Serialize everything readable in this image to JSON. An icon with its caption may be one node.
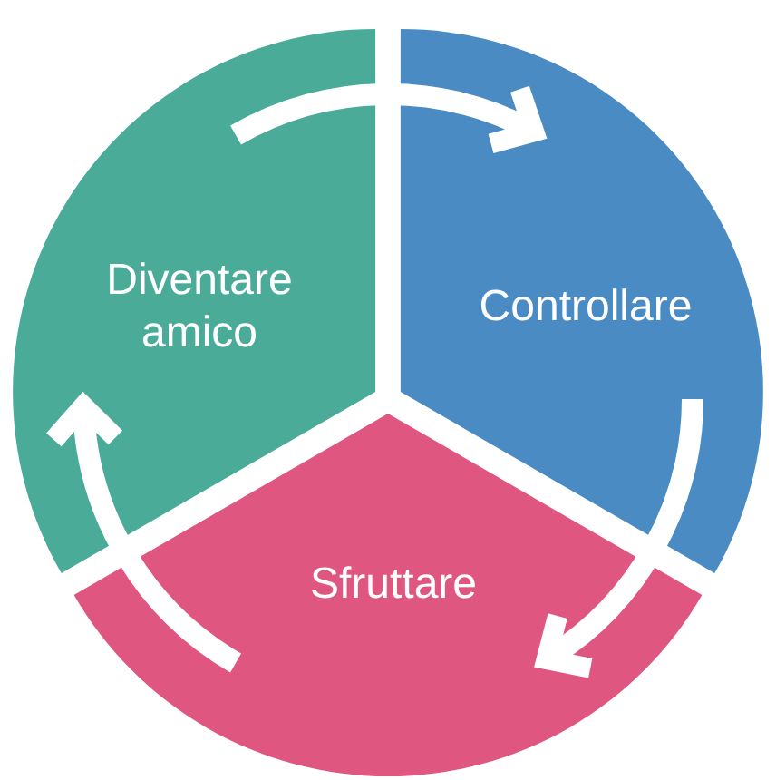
{
  "diagram": {
    "nodes": [
      {
        "text": [
          "Diventare amico"
        ]
      },
      {
        "text": [
          "Controllare"
        ]
      },
      {
        "text": [
          "Sfruttare"
        ]
      }
    ],
    "edges": [
      {
        "from": 0,
        "to": 1,
        "arrow": "to"
      },
      {
        "from": 1,
        "to": 2,
        "arrow": "to"
      },
      {
        "from": 2,
        "to": 0,
        "arrow": "to"
      }
    ]
  }
}
